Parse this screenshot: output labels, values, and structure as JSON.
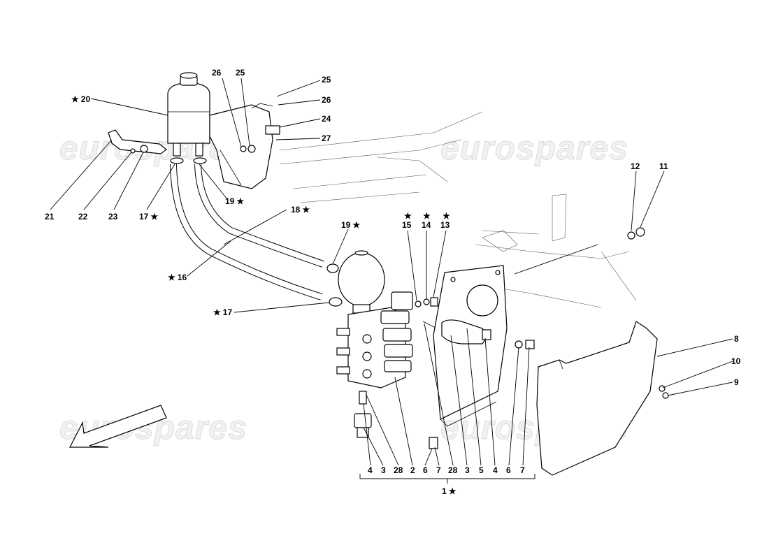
{
  "watermarks": [
    "eurospares",
    "eurospares",
    "eurospares",
    "eurospares"
  ],
  "labels": {
    "l20": "20",
    "l26a": "26",
    "l25a": "25",
    "l25b": "25",
    "l26b": "26",
    "l24": "24",
    "l27": "27",
    "l21": "21",
    "l22": "22",
    "l23": "23",
    "l17a": "17",
    "l19a": "19",
    "l18": "18",
    "l16": "16",
    "l17b": "17",
    "l19b": "19",
    "l15": "15",
    "l14": "14",
    "l13": "13",
    "l12": "12",
    "l11": "11",
    "l8": "8",
    "l10": "10",
    "l9": "9",
    "b4a": "4",
    "b3a": "3",
    "b28a": "28",
    "b2": "2",
    "b6a": "6",
    "b7a": "7",
    "b28b": "28",
    "b3b": "3",
    "b5": "5",
    "b4b": "4",
    "b6b": "6",
    "b7b": "7",
    "l1": "1"
  },
  "star": "★",
  "icons": {
    "direction": "arrow-icon"
  }
}
